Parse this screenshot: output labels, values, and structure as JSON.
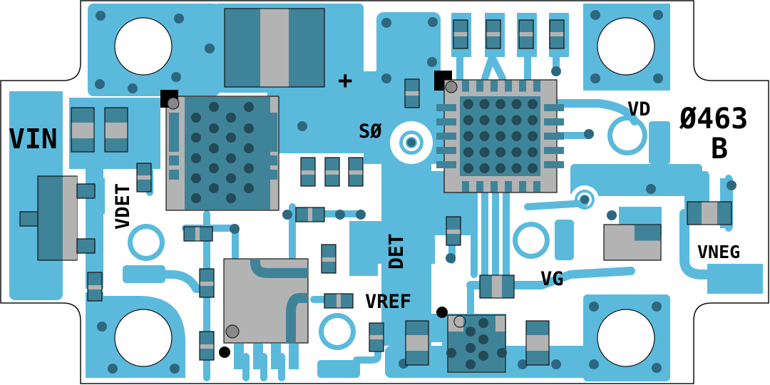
{
  "board": {
    "title": "PCB evaluation board layout",
    "part_number": "Ø463",
    "revision": "B"
  },
  "labels": {
    "vin": "VIN",
    "vdet": "VDET",
    "det": "DET",
    "vref": "VREF",
    "vd": "VD",
    "vg": "VG",
    "vneg": "VNEG",
    "s0": "SØ",
    "plus": "+"
  },
  "colors": {
    "copper": "#5bbadc",
    "component": "#3f8399",
    "component_body": "#b3b3b3",
    "via": "#2d6880",
    "silkscreen": "#000000",
    "substrate": "#ffffff"
  }
}
